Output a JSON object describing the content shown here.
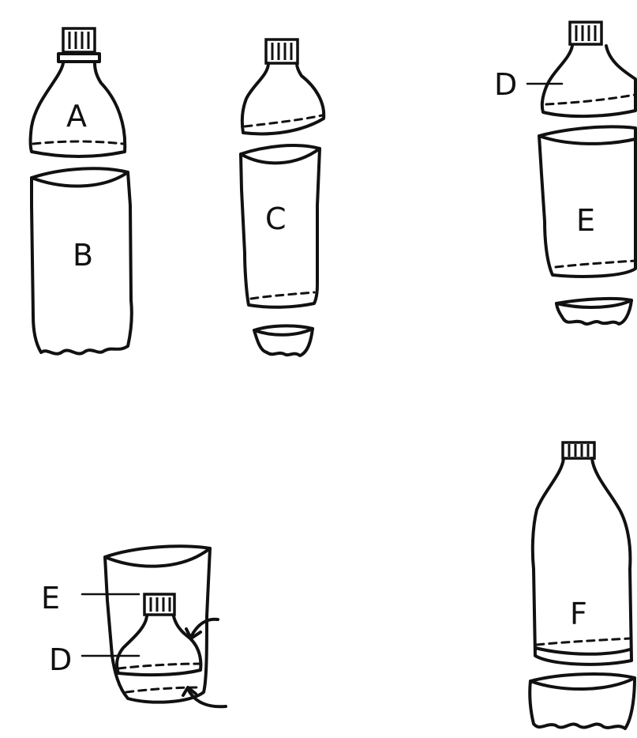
{
  "diagram": {
    "labels": {
      "a": "A",
      "b": "B",
      "c": "C",
      "d_top": "D",
      "e_top": "E",
      "e_bottom": "E",
      "d_bottom": "D",
      "f": "F"
    }
  }
}
